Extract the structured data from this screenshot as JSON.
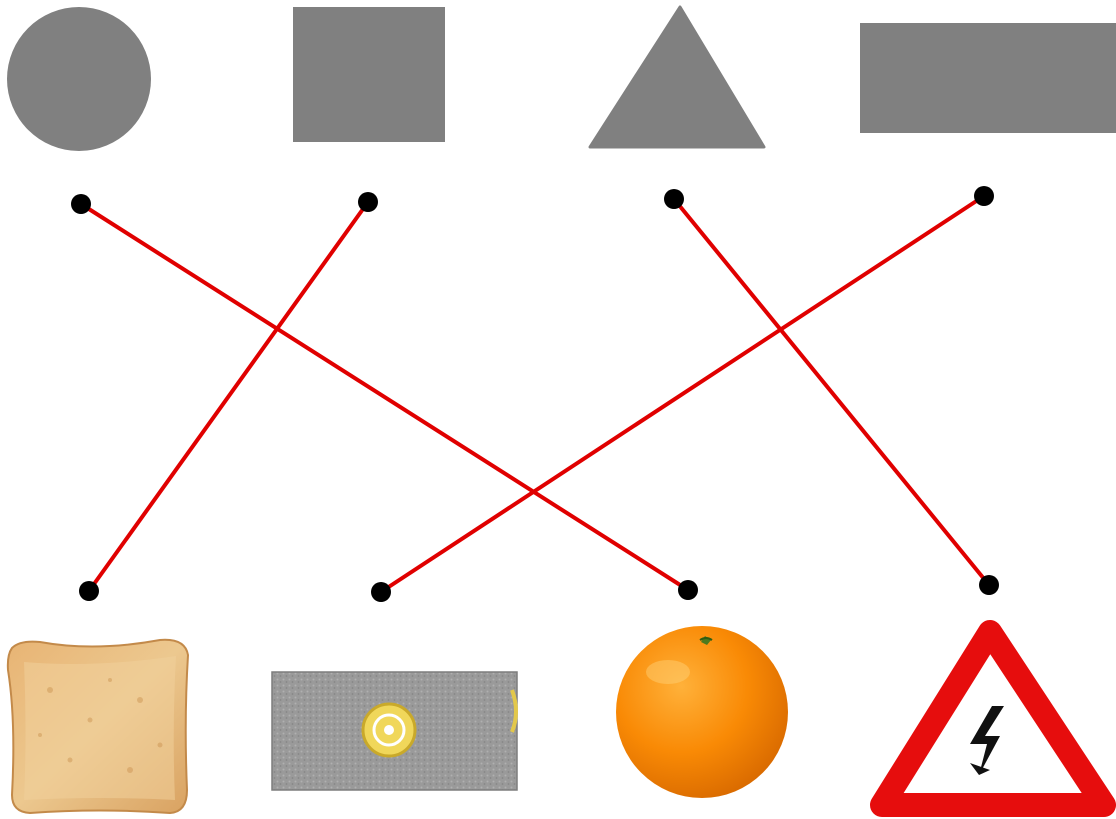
{
  "colors": {
    "background": "#ffffff",
    "shape_fill": "#808080",
    "line": "#e00000",
    "dot": "#000000"
  },
  "top_row": [
    {
      "id": "circle",
      "label": ""
    },
    {
      "id": "square",
      "label": ""
    },
    {
      "id": "triangle",
      "label": ""
    },
    {
      "id": "rectangle",
      "label": ""
    }
  ],
  "bottom_row": [
    {
      "id": "toast",
      "icon": "toast-slice-picture"
    },
    {
      "id": "wallet",
      "icon": "grey-wallet-picture"
    },
    {
      "id": "orange",
      "icon": "orange-fruit-picture"
    },
    {
      "id": "warning-sign",
      "icon": "electric-warning-triangle-picture"
    }
  ],
  "connections": [
    {
      "from": "circle",
      "to": "orange"
    },
    {
      "from": "square",
      "to": "toast"
    },
    {
      "from": "triangle",
      "to": "warning-sign"
    },
    {
      "from": "rectangle",
      "to": "wallet"
    }
  ]
}
